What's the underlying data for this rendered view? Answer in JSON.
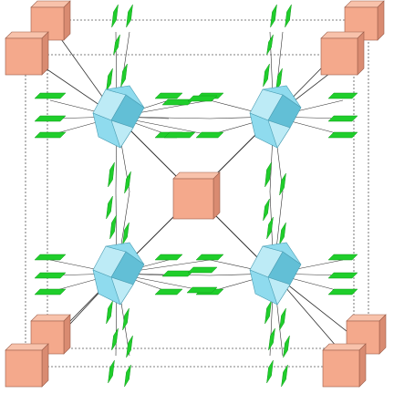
{
  "colors": {
    "background": "#ffffff",
    "corner_cube_front": "#f4a98c",
    "corner_cube_top": "#f8c2ab",
    "corner_cube_side": "#d98b71",
    "corner_cube_edge": "#9c5e4a",
    "octahedron_light": "#bdebf6",
    "octahedron_mid": "#8fdbee",
    "octahedron_dark": "#62bfd6",
    "octahedron_edge": "#4a9db3",
    "linker": "#1fce2b",
    "linker_edge": "#119a1b",
    "bond": "#303030",
    "cell_edge": "#555555"
  },
  "diagram": {
    "corner_nodes": 8,
    "center_node": 1,
    "octahedral_clusters": 4,
    "linker_plates_horizontal": 20,
    "linker_plates_vertical": 32,
    "unit_cell": "dotted"
  }
}
